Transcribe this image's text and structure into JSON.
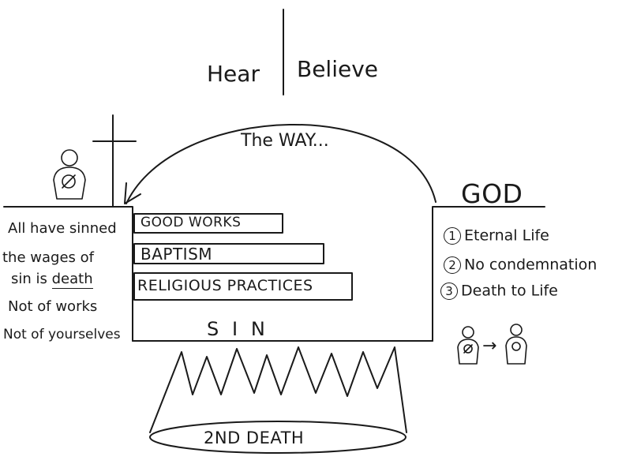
{
  "header": {
    "left": "Hear",
    "right": "Believe"
  },
  "arc_label": "The WAY...",
  "god_label": "GOD",
  "barriers": [
    "GOOD WORKS",
    "BAPTISM",
    "RELIGIOUS PRACTICES"
  ],
  "sin_label": "S  I  N",
  "fire_label": "2ND DEATH",
  "left_verses": {
    "line1": "All have sinned",
    "line2": "the wages of",
    "line3_a": "sin is",
    "line3_b": "death",
    "line4": "Not of works",
    "line5": "Not of yourselves"
  },
  "benefits": [
    {
      "num": "1",
      "text": "Eternal Life"
    },
    {
      "num": "2",
      "text": "No condemnation"
    },
    {
      "num": "3",
      "text": "Death to Life"
    }
  ],
  "arrow_glyph": "→"
}
